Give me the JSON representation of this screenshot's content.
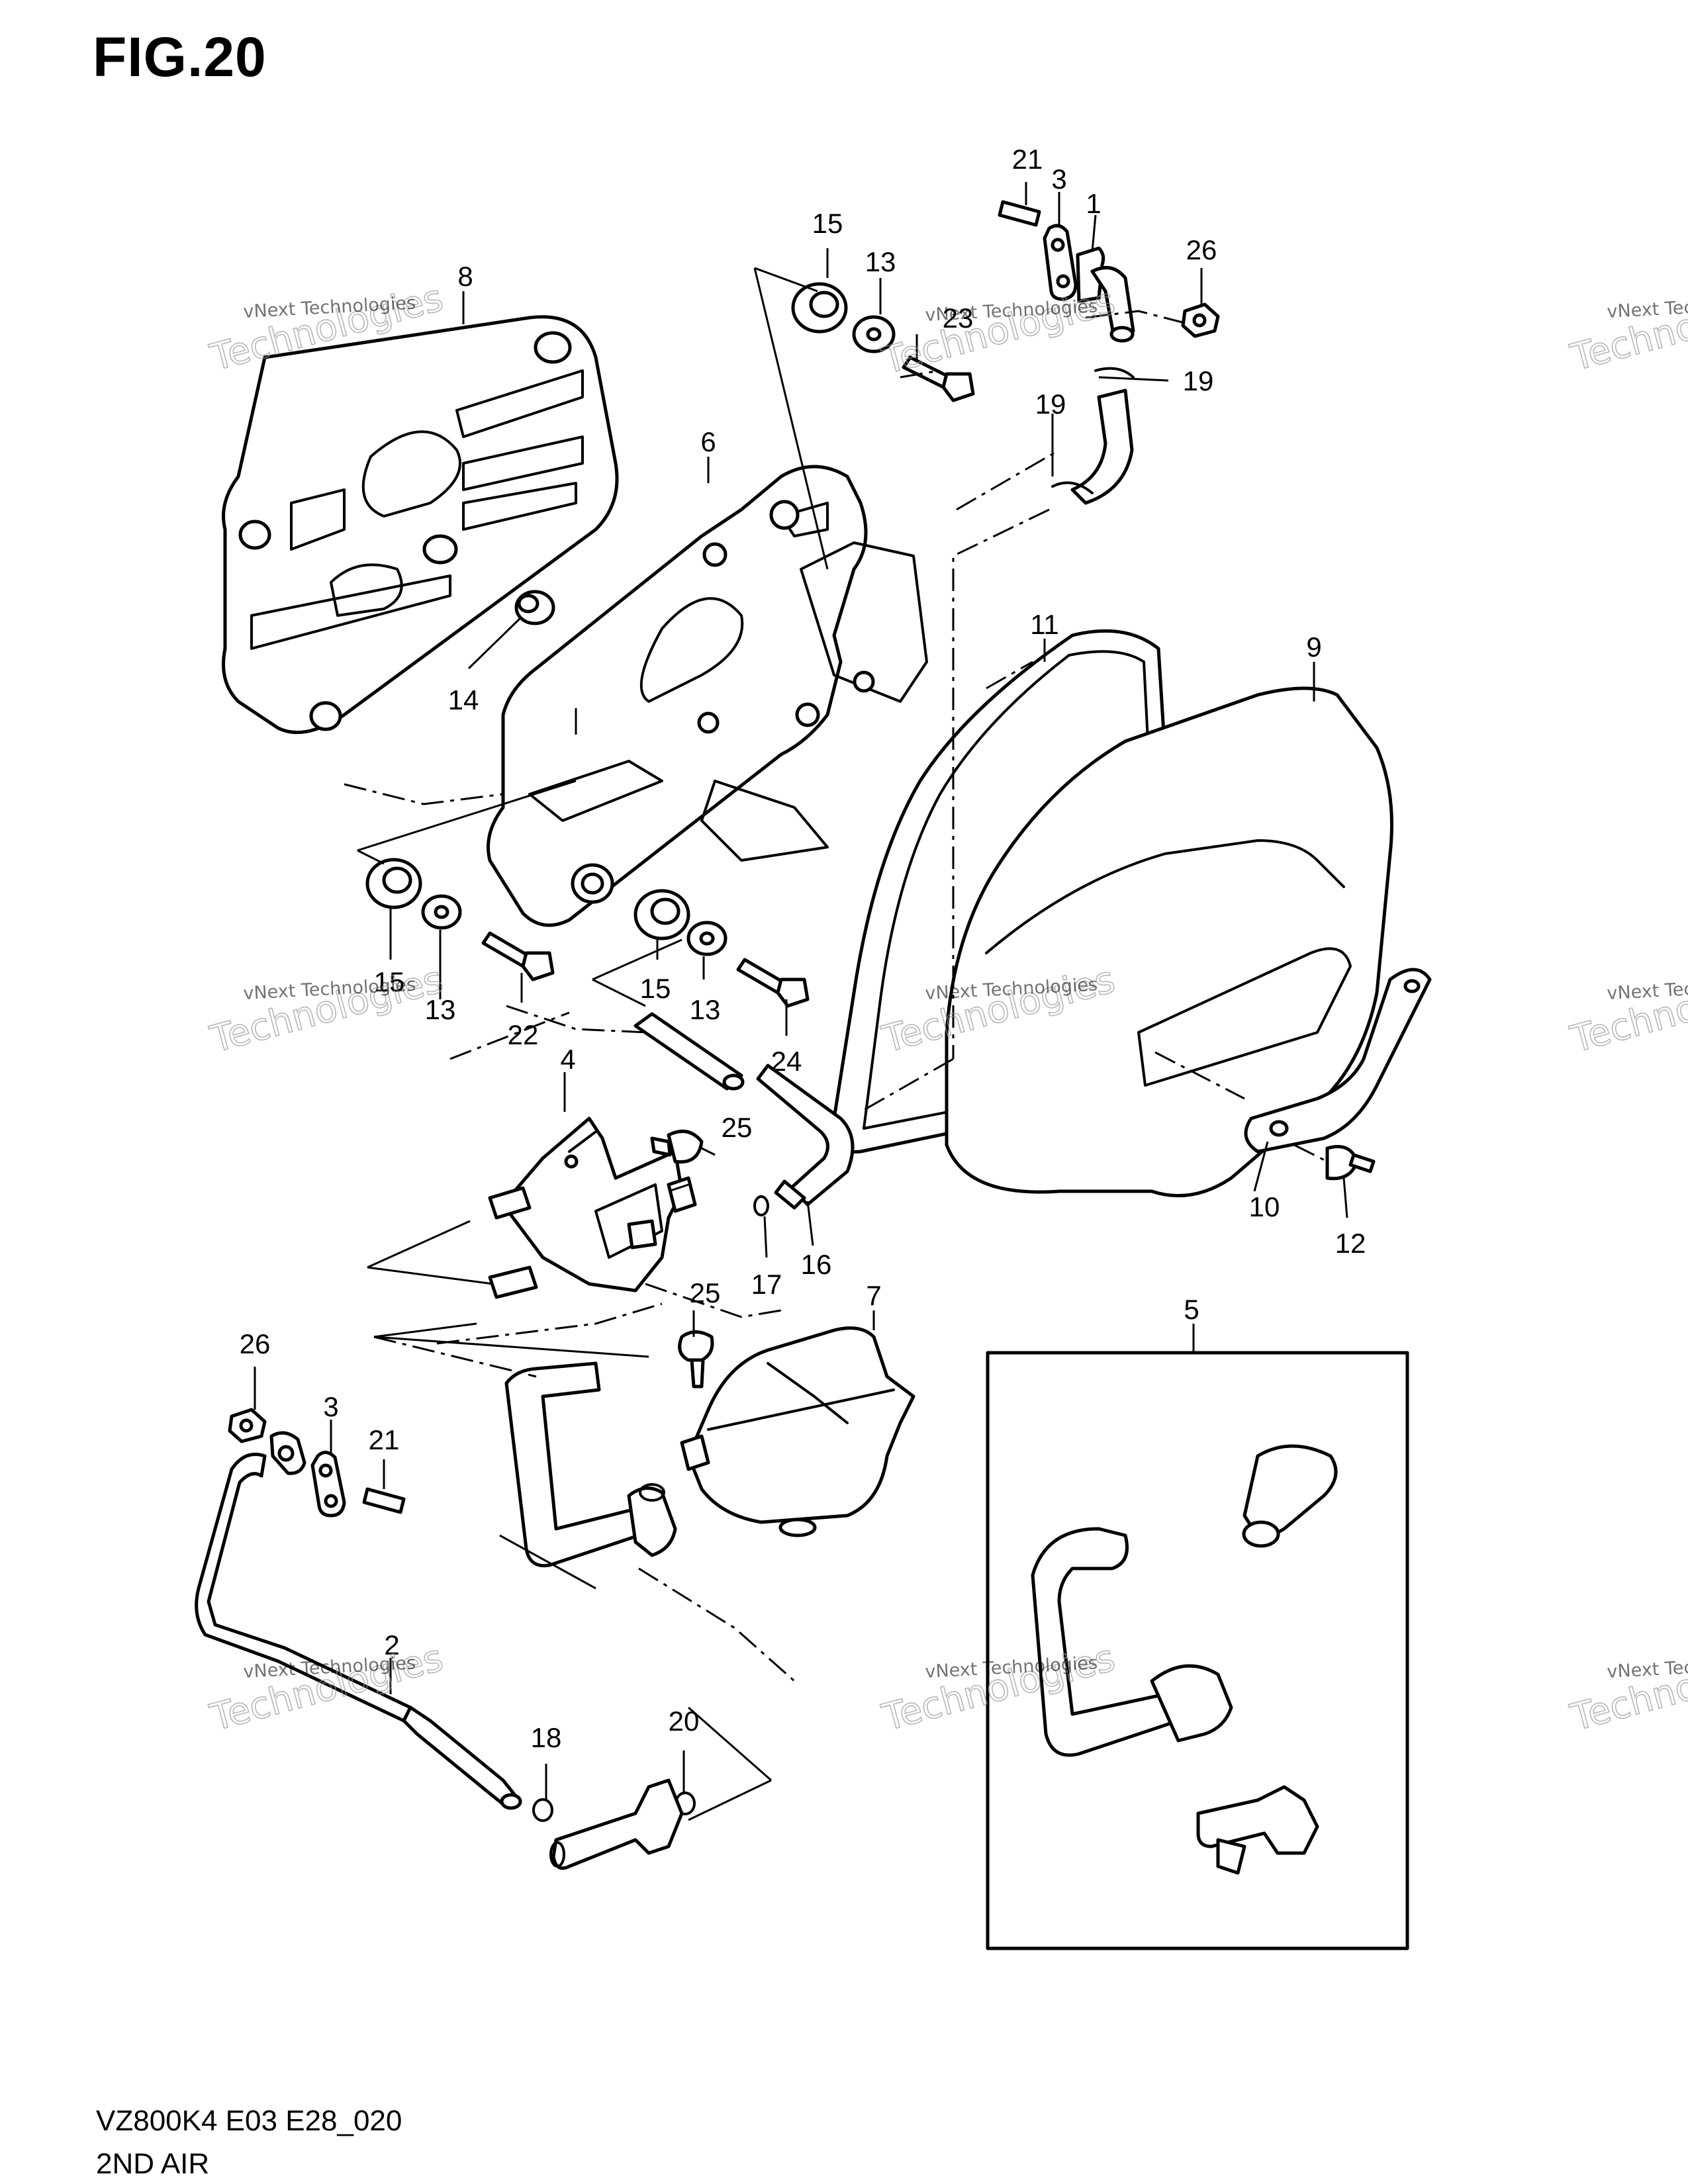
{
  "figure": {
    "title": "FIG.20",
    "footer_code": "VZ800K4 E03 E28_020",
    "footer_name": "2ND AIR"
  },
  "watermark": {
    "line1": "vNext Technologies",
    "line2": "Technologies"
  },
  "callouts": {
    "c1": "1",
    "c2": "2",
    "c3a": "3",
    "c3b": "3",
    "c4": "4",
    "c5": "5",
    "c6": "6",
    "c7": "7",
    "c8": "8",
    "c9": "9",
    "c10": "10",
    "c11": "11",
    "c12": "12",
    "c13a": "13",
    "c13b": "13",
    "c13c": "13",
    "c14": "14",
    "c15a": "15",
    "c15b": "15",
    "c15c": "15",
    "c16": "16",
    "c17": "17",
    "c18": "18",
    "c19a": "19",
    "c19b": "19",
    "c20": "20",
    "c21a": "21",
    "c21b": "21",
    "c22": "22",
    "c23": "23",
    "c24": "24",
    "c25a": "25",
    "c25b": "25",
    "c26a": "26",
    "c26b": "26"
  },
  "colors": {
    "ink": "#000000",
    "paper": "#ffffff",
    "watermark": "#999999"
  }
}
